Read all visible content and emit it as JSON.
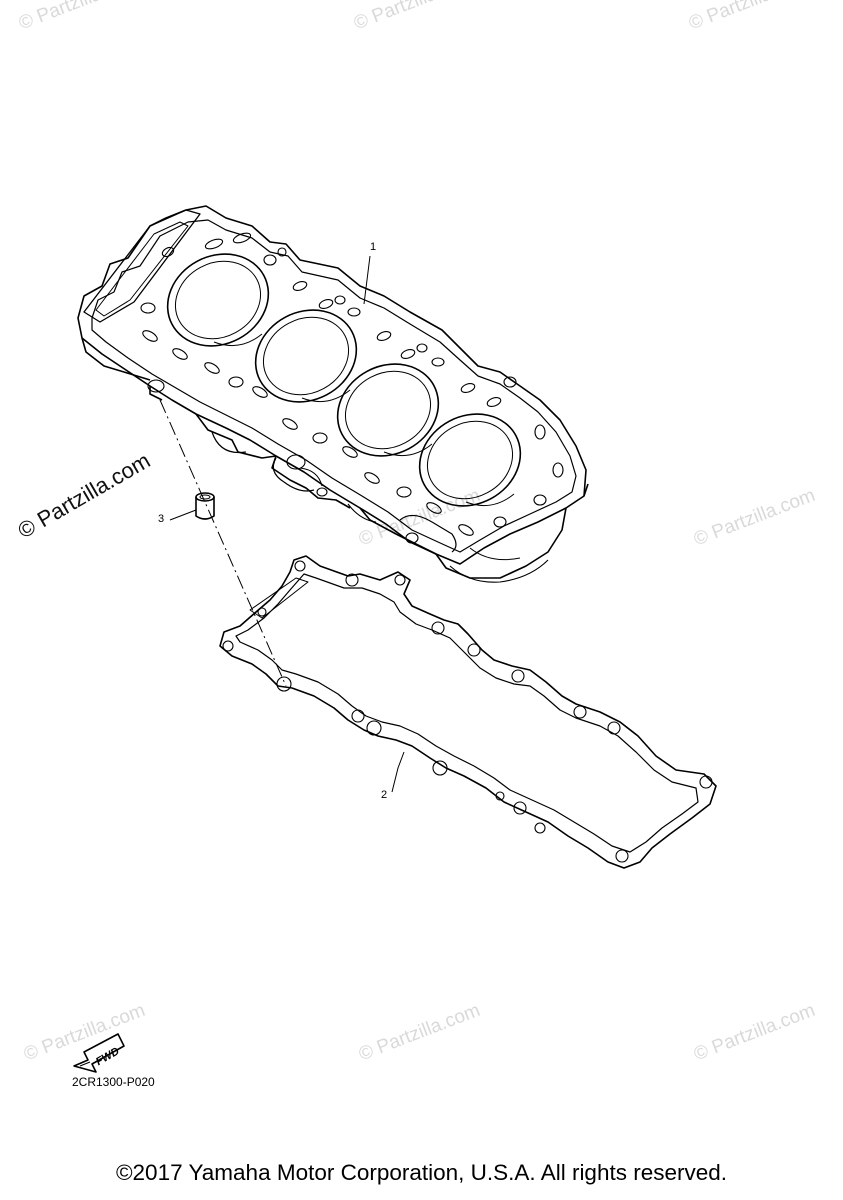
{
  "watermarks": {
    "main": "© Partzilla.com",
    "faint": [
      "© Partzilla.com",
      "© Partzilla.com",
      "© Partzilla.com",
      "© Partzilla.com",
      "© Partzilla.com",
      "© Partzilla.com",
      "© Partzilla.com",
      "© Partzilla.com"
    ]
  },
  "callouts": [
    {
      "number": "1",
      "part": "cylinder"
    },
    {
      "number": "2",
      "part": "gasket"
    },
    {
      "number": "3",
      "part": "dowel-pin"
    }
  ],
  "fwd_label": "FWD",
  "diagram_code": "2CR1300-P020",
  "copyright": "©2017 Yamaha Motor Corporation, U.S.A. All rights reserved.",
  "colors": {
    "line": "#000000",
    "watermark": "#d9d9d9",
    "background": "#ffffff"
  }
}
